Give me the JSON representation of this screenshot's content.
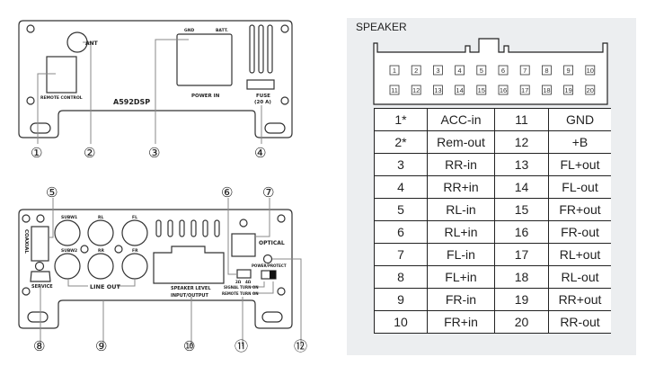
{
  "front_panel": {
    "model": "A592DSP",
    "labels": {
      "ant": "ANT",
      "remote_control": "REMOTE CONTROL",
      "gnd": "GND",
      "batt": "BATT.",
      "power_in": "POWER IN",
      "fuse": "FUSE",
      "fuse_rating": "(20 A)"
    },
    "callouts": [
      "①",
      "②",
      "③",
      "④"
    ]
  },
  "rear_panel": {
    "labels": {
      "coaxial": "COAXIAL",
      "service": "SERVICE",
      "sub1": "SUBW1",
      "rl": "RL",
      "fl": "FL",
      "sub2": "SUBW2",
      "rr": "RR",
      "fr": "FR",
      "line_out": "LINE OUT",
      "speaker_level": "SPEAKER LEVEL",
      "input_output": "INPUT/OUTPUT",
      "optical": "OPTICAL",
      "power_protect": "POWER/PROTECT",
      "ohm_2": "2Ω",
      "ohm_4": "4Ω",
      "signal_turn_on": "SIGNAL TURN ON",
      "remote_turn_on": "REMOTE TURN ON"
    },
    "callouts": [
      "⑤",
      "⑥",
      "⑦",
      "⑧",
      "⑨",
      "⑩",
      "⑪",
      "⑫"
    ]
  },
  "speaker_connector": {
    "title": "SPEAKER",
    "pins_row1": [
      "1",
      "2",
      "3",
      "4",
      "5",
      "6",
      "7",
      "8",
      "9",
      "10"
    ],
    "pins_row2": [
      "11",
      "12",
      "13",
      "14",
      "15",
      "16",
      "17",
      "18",
      "19",
      "20"
    ],
    "table": [
      {
        "pin_a": "1*",
        "func_a": "ACC-in",
        "pin_b": "11",
        "func_b": "GND"
      },
      {
        "pin_a": "2*",
        "func_a": "Rem-out",
        "pin_b": "12",
        "func_b": "+B"
      },
      {
        "pin_a": "3",
        "func_a": "RR-in",
        "pin_b": "13",
        "func_b": "FL+out"
      },
      {
        "pin_a": "4",
        "func_a": "RR+in",
        "pin_b": "14",
        "func_b": "FL-out"
      },
      {
        "pin_a": "5",
        "func_a": "RL-in",
        "pin_b": "15",
        "func_b": "FR+out"
      },
      {
        "pin_a": "6",
        "func_a": "RL+in",
        "pin_b": "16",
        "func_b": "FR-out"
      },
      {
        "pin_a": "7",
        "func_a": "FL-in",
        "pin_b": "17",
        "func_b": "RL+out"
      },
      {
        "pin_a": "8",
        "func_a": "FL+in",
        "pin_b": "18",
        "func_b": "RL-out"
      },
      {
        "pin_a": "9",
        "func_a": "FR-in",
        "pin_b": "19",
        "func_b": "RR+out"
      },
      {
        "pin_a": "10",
        "func_a": "FR+in",
        "pin_b": "20",
        "func_b": "RR-out"
      }
    ]
  }
}
